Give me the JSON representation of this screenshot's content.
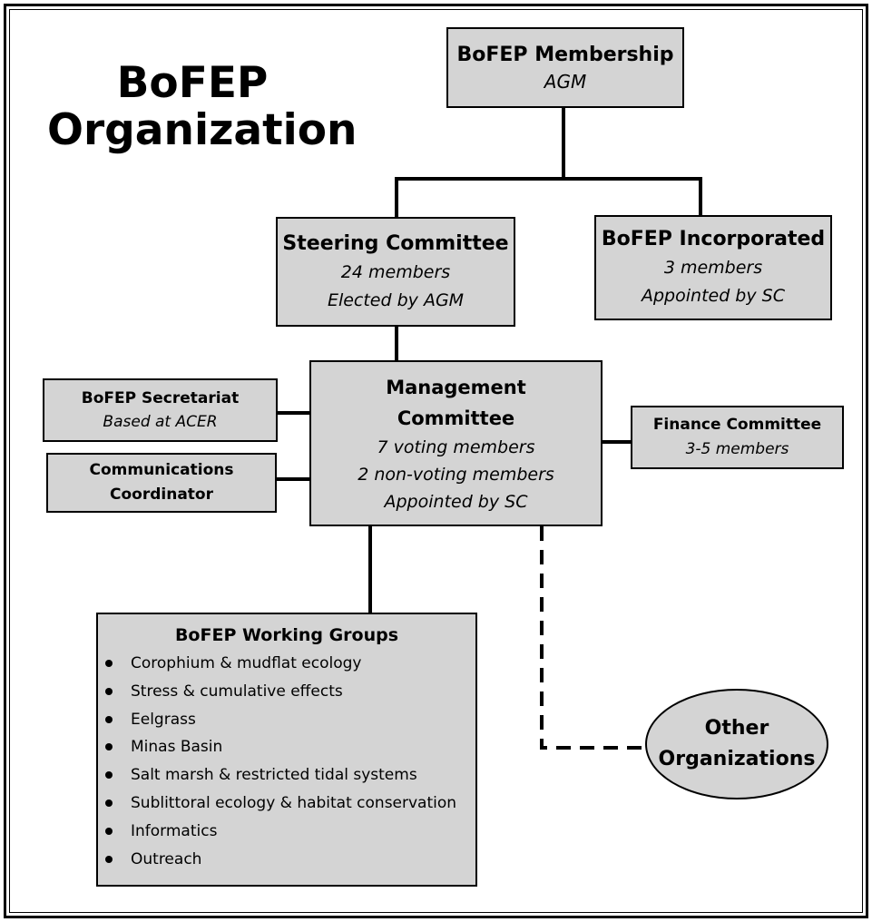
{
  "title": {
    "line1": "BoFEP",
    "line2": "Organization"
  },
  "nodes": {
    "membership": {
      "name": "BoFEP Membership",
      "detail": "AGM"
    },
    "steering": {
      "name": "Steering Committee",
      "line1": "24 members",
      "line2": "Elected by AGM"
    },
    "incorporated": {
      "name": "BoFEP Incorporated",
      "line1": "3 members",
      "line2": "Appointed by SC"
    },
    "management": {
      "name1": "Management",
      "name2": "Committee",
      "line1": "7 voting members",
      "line2": "2 non-voting members",
      "line3": "Appointed by SC"
    },
    "secretariat": {
      "name": "BoFEP Secretariat",
      "detail": "Based at ACER"
    },
    "communications": {
      "name1": "Communications",
      "name2": "Coordinator"
    },
    "finance": {
      "name": "Finance Committee",
      "detail": "3-5 members"
    },
    "working_groups": {
      "title": "BoFEP Working Groups",
      "items": [
        "Corophium & mudflat ecology",
        "Stress & cumulative effects",
        "Eelgrass",
        "Minas Basin",
        "Salt marsh & restricted tidal systems",
        "Sublittoral ecology & habitat conservation",
        "Informatics",
        "Outreach"
      ]
    },
    "other": {
      "name1": "Other",
      "name2": "Organizations"
    }
  },
  "colors": {
    "box_fill": "#d4d4d4",
    "line": "#000000",
    "background": "#ffffff"
  }
}
